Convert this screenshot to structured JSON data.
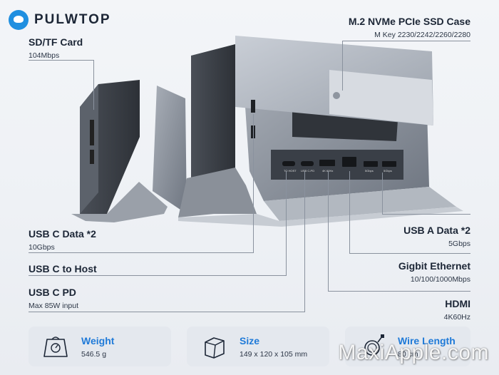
{
  "brand": {
    "name": "PULWTOP"
  },
  "labels": {
    "sd": {
      "title": "SD/TF Card",
      "sub": "104Mbps"
    },
    "ssd": {
      "title": "M.2 NVMe PCIe SSD Case",
      "sub": "M Key 2230/2242/2260/2280"
    },
    "usbc_data": {
      "title": "USB C Data *2",
      "sub": "10Gbps"
    },
    "usbc_host": {
      "title": "USB C to Host"
    },
    "usbc_pd": {
      "title": "USB C PD",
      "sub": "Max 85W input"
    },
    "usba_data": {
      "title": "USB A Data *2",
      "sub": "5Gbps"
    },
    "ethernet": {
      "title": "Gigbit Ethernet",
      "sub": "10/100/1000Mbps"
    },
    "hdmi": {
      "title": "HDMI",
      "sub": "4K60Hz"
    }
  },
  "port_labels": [
    "TO HOST",
    "USB C-PD",
    "4K 60Hz",
    "",
    "5Gbps",
    "5Gbps"
  ],
  "specs": [
    {
      "title": "Weight",
      "value": "546.5 g",
      "icon": "scale-icon"
    },
    {
      "title": "Size",
      "value": "149 x 120 x 105 mm",
      "icon": "box-icon"
    },
    {
      "title": "Wire Length",
      "value": "80 cm",
      "icon": "cable-icon"
    }
  ],
  "watermark": "MaxiApple.com",
  "colors": {
    "accent": "#1f7ad8",
    "logo": "#1f8fe0",
    "device": "#8e959f"
  }
}
